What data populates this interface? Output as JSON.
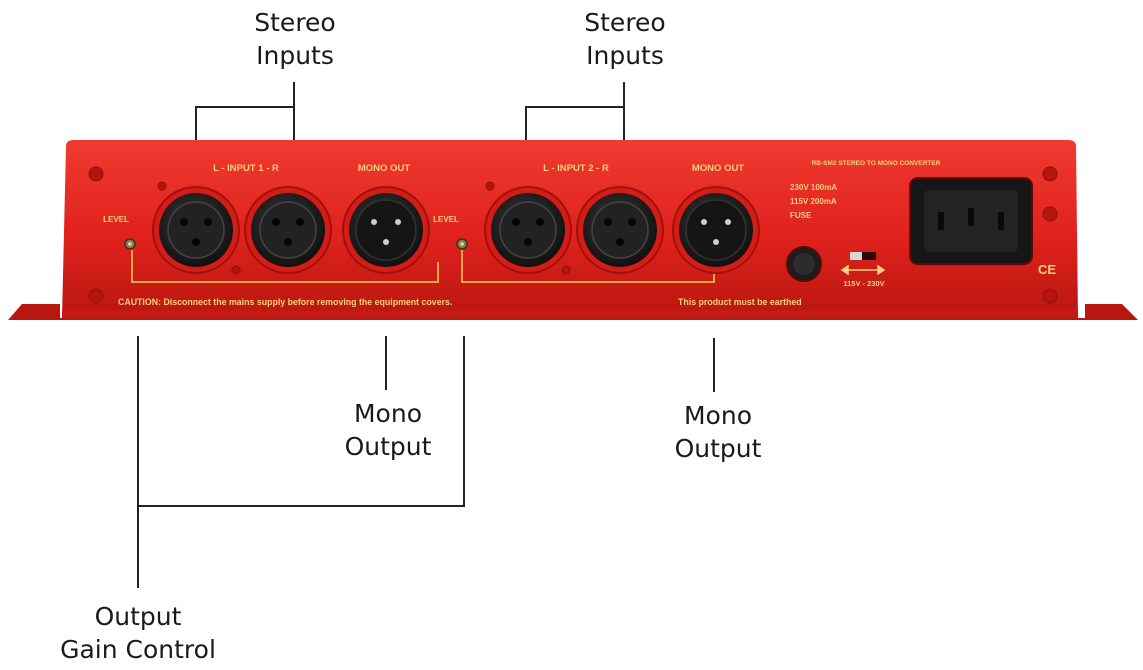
{
  "callouts": {
    "stereo_inputs_1": [
      "Stereo",
      "Inputs"
    ],
    "stereo_inputs_2": [
      "Stereo",
      "Inputs"
    ],
    "mono_output_1": [
      "Mono",
      "Output"
    ],
    "mono_output_2": [
      "Mono",
      "Output"
    ],
    "output_gain_control": [
      "Output",
      "Gain Control"
    ]
  },
  "panel": {
    "input1_label": "L - INPUT 1 - R",
    "input2_label": "L - INPUT 2 - R",
    "mono_out_1": "MONO OUT",
    "mono_out_2": "MONO OUT",
    "level_1": "LEVEL",
    "level_2": "LEVEL",
    "model_text": "RB-SM2 STEREO TO MONO CONVERTER",
    "fuse_rating_1": "230V 100mA",
    "fuse_rating_2": "115V 200mA",
    "fuse_label": "FUSE",
    "voltage_switch": "115V - 230V",
    "caution": "CAUTION: Disconnect the mains supply before removing the equipment covers.",
    "earthed": "This product must be earthed",
    "ce_mark": "CE"
  },
  "colors": {
    "panel_red": "#e0211d",
    "panel_dark": "#a3140f",
    "label_yellow": "#f6d27a",
    "connector_black": "#1c1c1c",
    "leader_line": "#222222"
  }
}
